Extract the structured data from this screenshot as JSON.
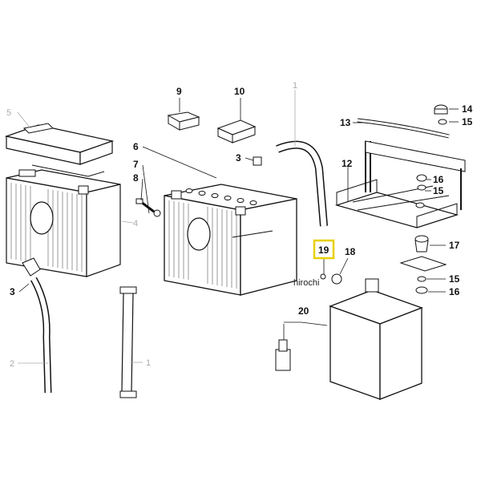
{
  "diagram": {
    "callouts": {
      "c1_top": "1",
      "c1_bottom": "1",
      "c2": "2",
      "c3_left": "3",
      "c3_top": "3",
      "c4": "4",
      "c5": "5",
      "c6": "6",
      "c7": "7",
      "c8": "8",
      "c9": "9",
      "c10": "10",
      "c12": "12",
      "c13": "13",
      "c14": "14",
      "c15_top": "15",
      "c15_mid": "15",
      "c15_low": "15",
      "c16_mid": "16",
      "c16_low": "16",
      "c17": "17",
      "c18": "18",
      "c19": "19",
      "c20": "20"
    },
    "watermark": "hirochi",
    "highlight_color": "#e8d000"
  }
}
